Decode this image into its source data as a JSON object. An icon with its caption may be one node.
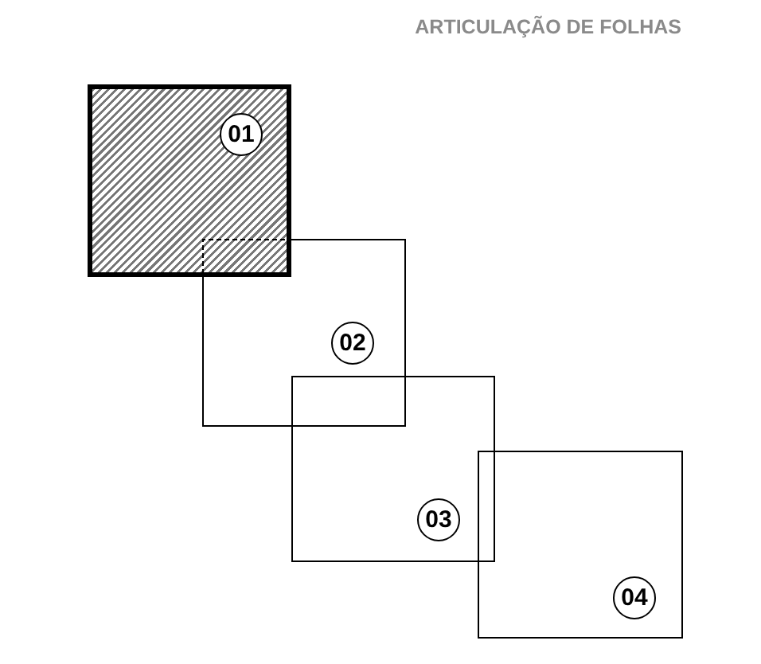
{
  "diagram": {
    "title": "ARTICULAÇÃO DE FOLHAS",
    "nodes": [
      {
        "text": [
          "01"
        ]
      },
      {
        "text": [
          "02"
        ]
      },
      {
        "text": [
          "03"
        ]
      },
      {
        "text": [
          "04"
        ]
      }
    ]
  }
}
